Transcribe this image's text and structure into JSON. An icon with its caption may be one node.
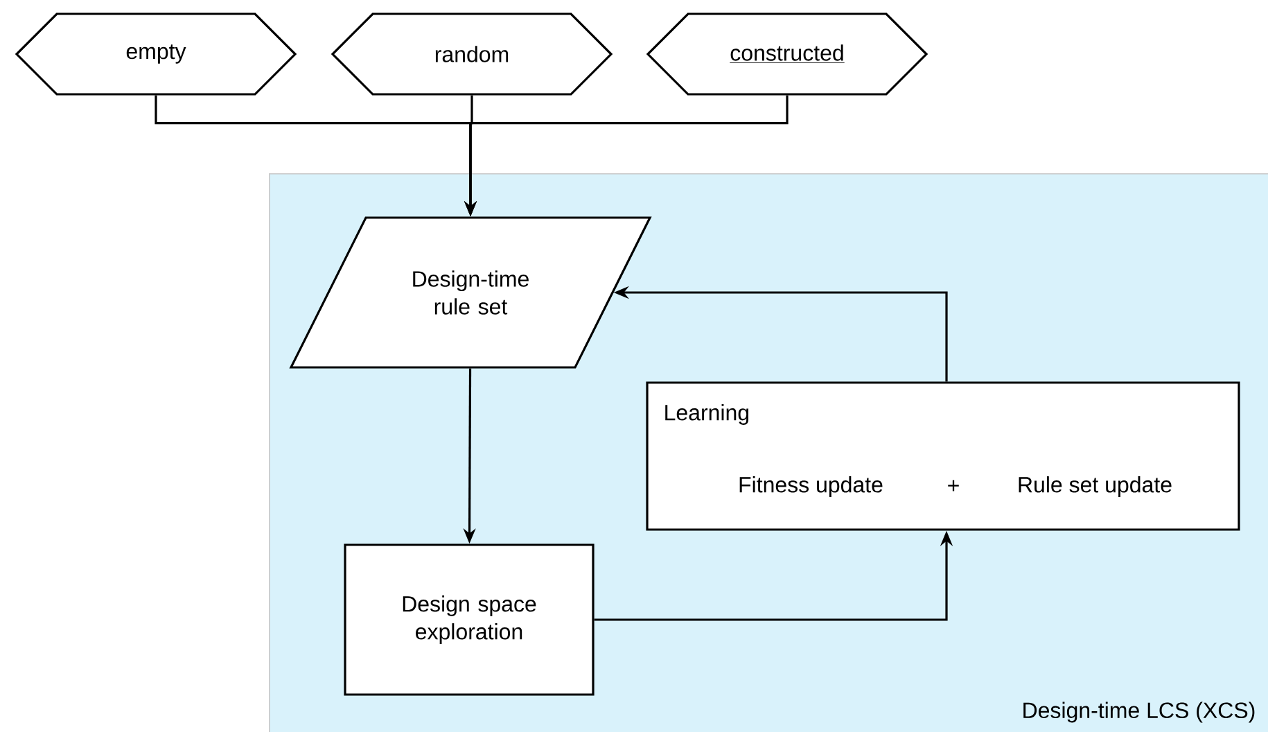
{
  "diagram": {
    "nodes": [
      {
        "text": [
          "Design-time LCS (XCS)"
        ]
      },
      {
        "text": [
          "empty"
        ]
      },
      {
        "text": [
          "random"
        ]
      },
      {
        "text": [
          "constructed"
        ]
      },
      {
        "text": [
          "Design-time rule set"
        ],
        "in": 0
      },
      {
        "text": [
          "Learning",
          "Fitness update",
          "+",
          "Rule set update"
        ],
        "in": 0
      },
      {
        "text": [
          "Design space exploration"
        ],
        "in": 0
      }
    ],
    "edges": [
      {
        "from": 1,
        "to": 4,
        "arrow": "to"
      },
      {
        "from": 2,
        "to": 4,
        "arrow": "to"
      },
      {
        "from": 3,
        "to": 4,
        "arrow": "to"
      },
      {
        "from": 4,
        "to": 6,
        "arrow": "to"
      },
      {
        "from": 6,
        "to": 5,
        "arrow": "to"
      },
      {
        "from": 5,
        "to": 4,
        "arrow": "to"
      }
    ]
  }
}
